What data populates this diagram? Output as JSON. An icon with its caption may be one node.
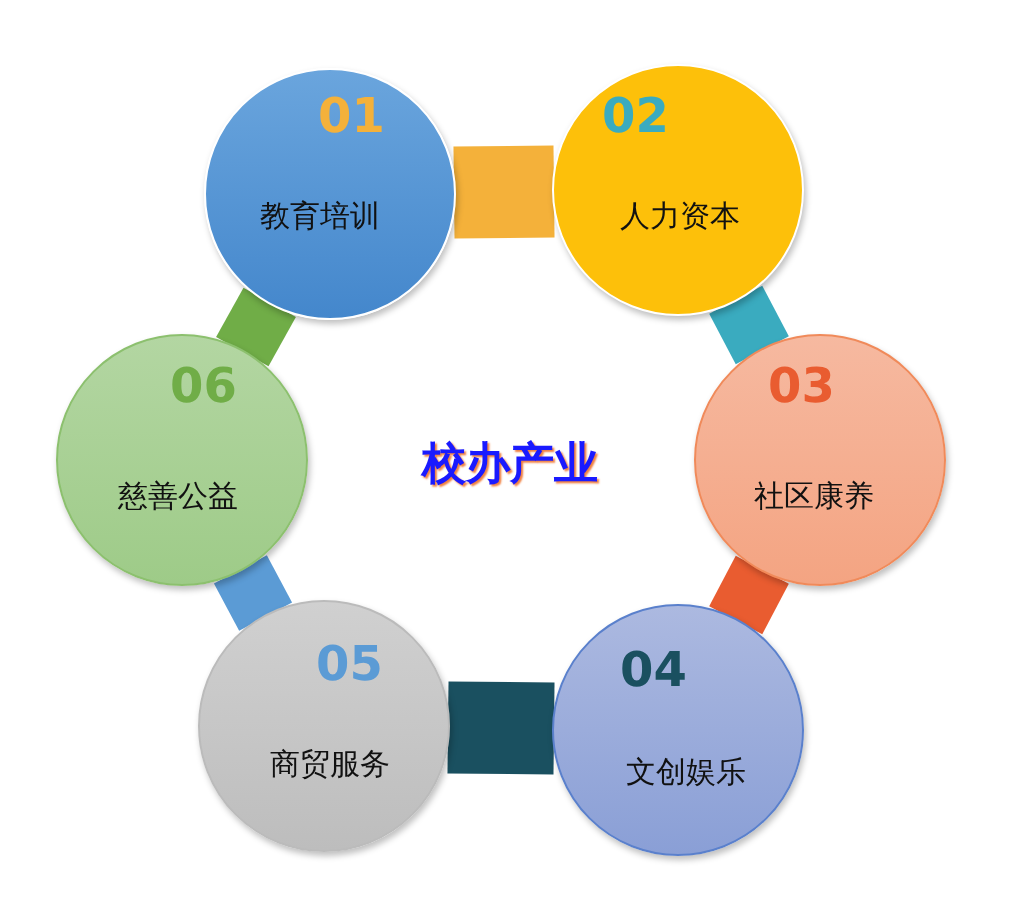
{
  "diagram": {
    "title": "校办产业",
    "nodes": [
      {
        "text": [
          "01",
          "教育培训"
        ]
      },
      {
        "text": [
          "02",
          "人力资本"
        ]
      },
      {
        "text": [
          "03",
          "社区康养"
        ]
      },
      {
        "text": [
          "04",
          "文创娱乐"
        ]
      },
      {
        "text": [
          "05",
          "商贸服务"
        ]
      },
      {
        "text": [
          "06",
          "慈善公益"
        ]
      }
    ],
    "edges": [
      {
        "from": 0,
        "to": 1,
        "arrow": "none",
        "color": "#f4b13a"
      },
      {
        "from": 1,
        "to": 2,
        "arrow": "none",
        "color": "#3aabbf"
      },
      {
        "from": 2,
        "to": 3,
        "arrow": "none",
        "color": "#e95c30"
      },
      {
        "from": 3,
        "to": 4,
        "arrow": "none",
        "color": "#1a5060"
      },
      {
        "from": 4,
        "to": 5,
        "arrow": "none",
        "color": "#5b9bd5"
      },
      {
        "from": 5,
        "to": 0,
        "arrow": "none",
        "color": "#70ad47"
      }
    ]
  }
}
